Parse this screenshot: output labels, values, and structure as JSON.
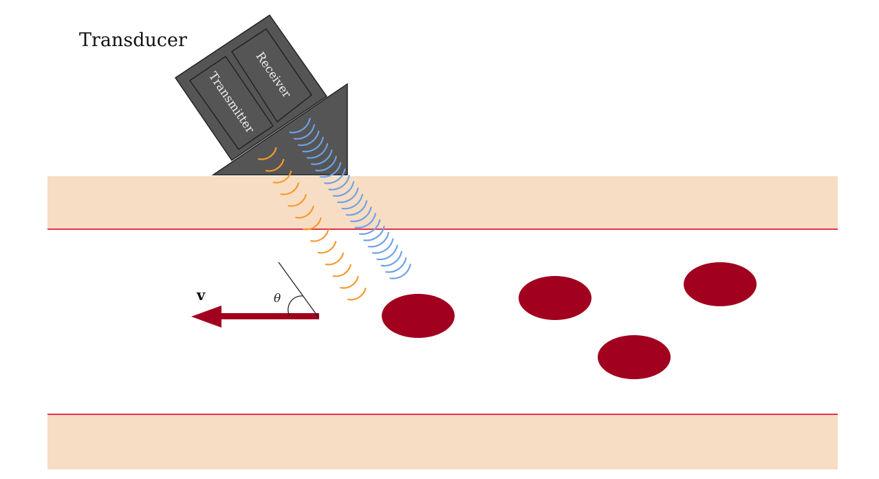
{
  "title": "Transducer",
  "labels": {
    "transmitter": "Transmitter",
    "receiver": "Receiver",
    "velocity": "v",
    "angle": "θ"
  },
  "colors": {
    "tissue": "#f7ddc3",
    "vessel_wall": "#e8304a",
    "transducer": "#555555",
    "transmit_wave": "#f59a2f",
    "receive_wave": "#6fa1e6",
    "blood_cell": "#a1001e"
  },
  "blood_cells_count": 4
}
